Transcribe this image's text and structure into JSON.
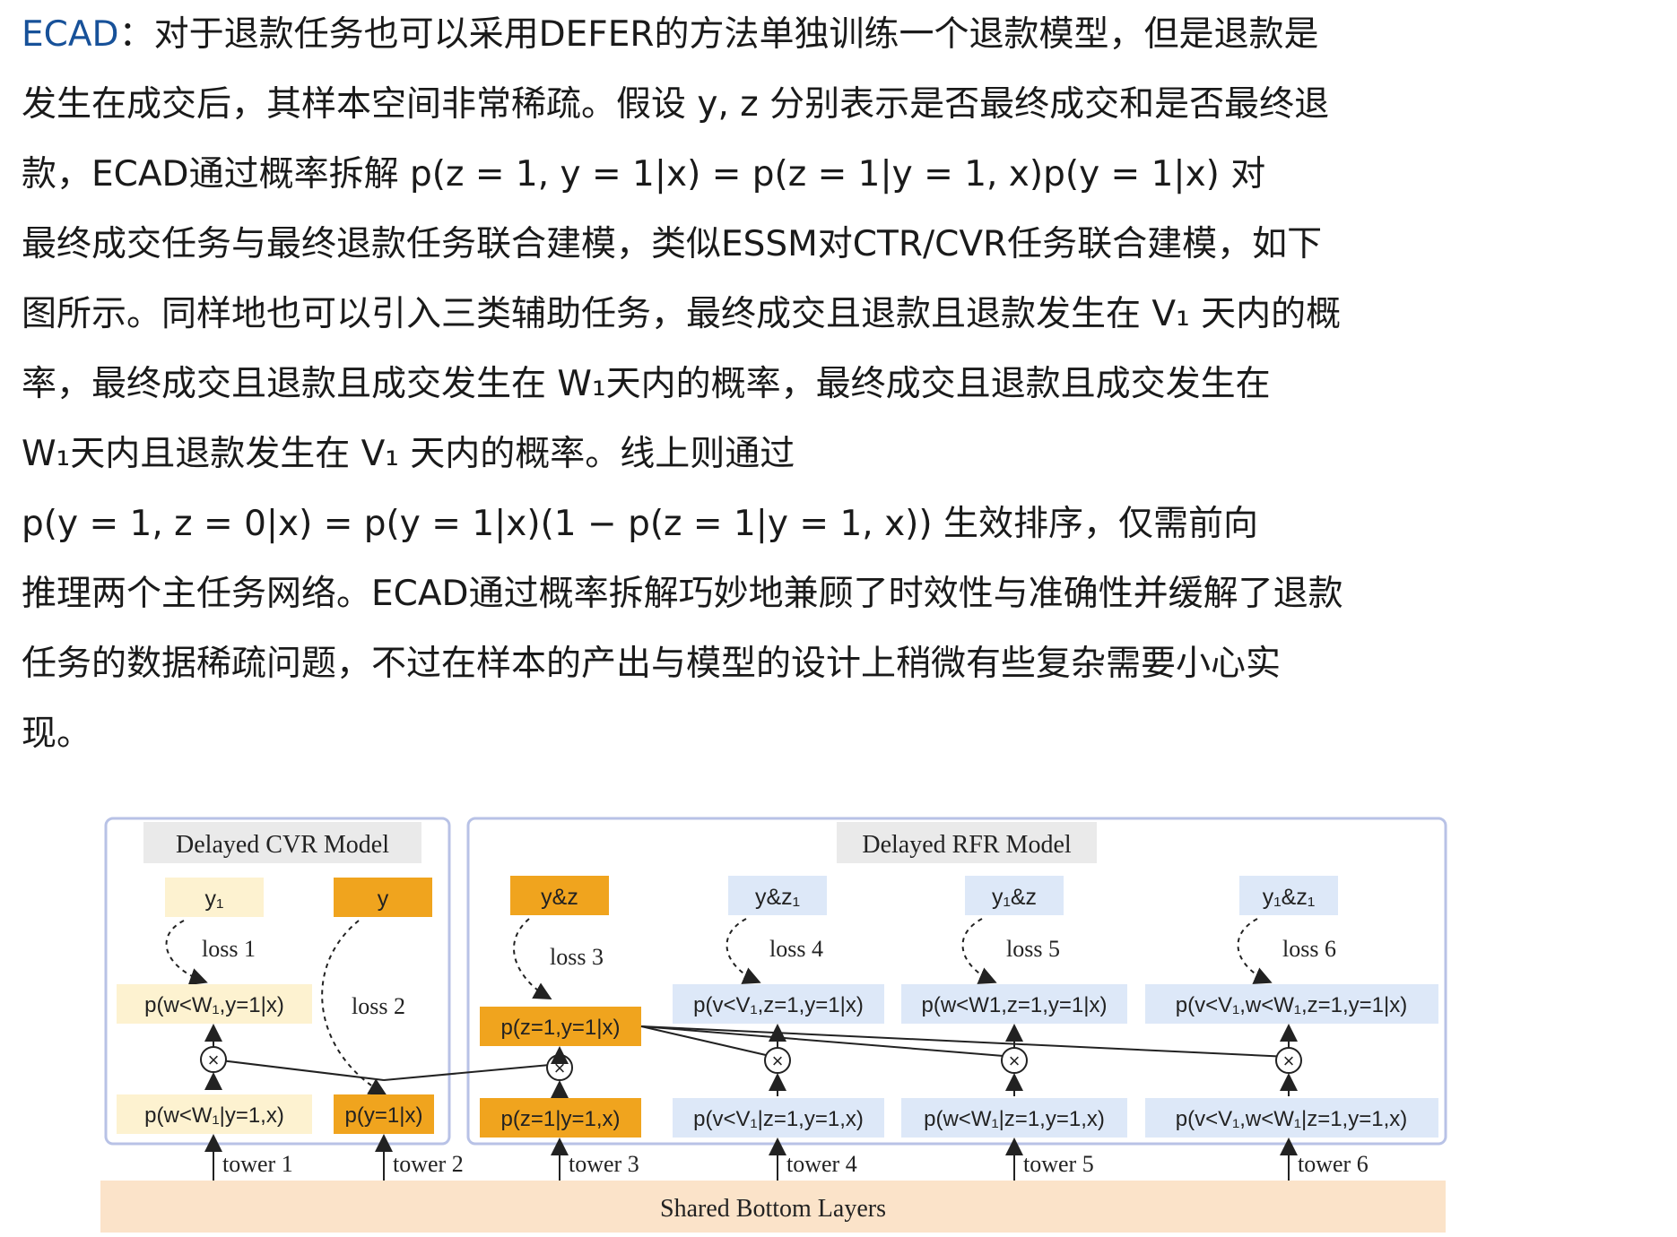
{
  "article": {
    "term_link": "ECAD",
    "lines": [
      "：对于退款任务也可以采用DEFER的方法单独训练一个退款模型，但是退款是",
      "发生在成交后，其样本空间非常稀疏。假设 y, z 分别表示是否最终成交和是否最终退",
      "款，ECAD通过概率拆解 p(z = 1, y = 1|x) = p(z = 1|y = 1, x)p(y = 1|x) 对",
      "最终成交任务与最终退款任务联合建模，类似ESSM对CTR/CVR任务联合建模，如下",
      "图所示。同样地也可以引入三类辅助任务，最终成交且退款且退款发生在 V₁ 天内的概",
      "率，最终成交且退款且成交发生在 W₁天内的概率，最终成交且退款且成交发生在",
      "W₁天内且退款发生在 V₁ 天内的概率。线上则通过",
      "p(y = 1, z = 0|x) = p(y = 1|x)(1 − p(z = 1|y = 1, x)) 生效排序，仅需前向",
      "推理两个主任务网络。ECAD通过概率拆解巧妙地兼顾了时效性与准确性并缓解了退款",
      "任务的数据稀疏问题，不过在样本的产出与模型的设计上稍微有些复杂需要小心实",
      "现。"
    ]
  },
  "figure": {
    "colors": {
      "light_yellow": "#fdf2d0",
      "orange": "#f0a41e",
      "light_blue": "#dde8f8",
      "shared_bottom": "#fbe3c9",
      "title_box": "#eaeaea",
      "panel_border": "#b8c2e6"
    },
    "cvr_model": {
      "title": "Delayed CVR Model",
      "label_y1": "y₁",
      "label_y": "y",
      "loss_1": "loss 1",
      "loss_2": "loss 2",
      "prob_w_y": "p(w<W₁,y=1|x)",
      "prob_w_given_y": "p(w<W₁|y=1,x)",
      "prob_y": "p(y=1|x)",
      "tower_1": "tower 1",
      "tower_2": "tower 2"
    },
    "rfr_model": {
      "title": "Delayed RFR Model",
      "label_yz": "y&z",
      "label_yz1": "y&z₁",
      "label_y1z": "y₁&z",
      "label_y1z1": "y₁&z₁",
      "loss_3": "loss 3",
      "loss_4": "loss 4",
      "loss_5": "loss 5",
      "loss_6": "loss 6",
      "prob_zy": "p(z=1,y=1|x)",
      "prob_v_zy": "p(v<V₁,z=1,y=1|x)",
      "prob_w_zy": "p(w<W1,z=1,y=1|x)",
      "prob_vw_zy": "p(v<V₁,w<W₁,z=1,y=1|x)",
      "prob_z_given_y": "p(z=1|y=1,x)",
      "prob_v_given_zy": "p(v<V₁|z=1,y=1,x)",
      "prob_w_given_zy": "p(w<W₁|z=1,y=1,x)",
      "prob_vw_given_zy": "p(v<V₁,w<W₁|z=1,y=1,x)",
      "tower_3": "tower 3",
      "tower_4": "tower 4",
      "tower_5": "tower 5",
      "tower_6": "tower 6"
    },
    "shared_bottom": "Shared  Bottom Layers",
    "multiply_symbol": "×"
  }
}
